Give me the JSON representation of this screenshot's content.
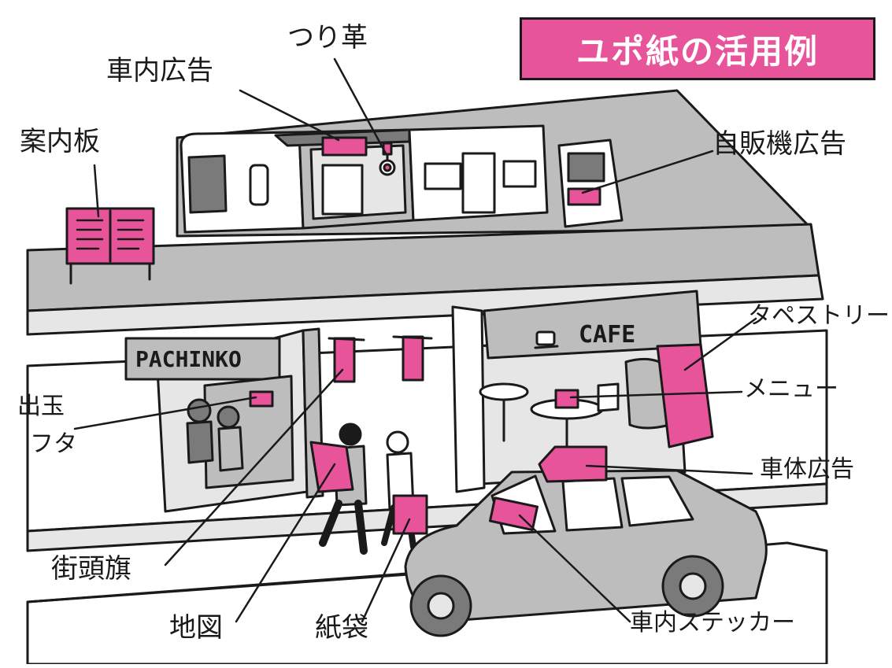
{
  "colors": {
    "accent": "#e8549a",
    "gray": "#bdbdbd",
    "dark_gray": "#7a7a7a",
    "light_gray": "#e6e6e6",
    "ink": "#1a1a1a"
  },
  "title": "ユポ紙の活用例",
  "labels": {
    "shanai_koukoku": "車内広告",
    "tsurikawa": "つり革",
    "annaiban": "案内板",
    "jihanki_koukoku": "自販機広告",
    "tapestry": "タペストリー",
    "menu": "メニュー",
    "dedama_futa_line1": "出玉",
    "dedama_futa_line2": "フタ",
    "shatai_koukoku": "車体広告",
    "gaitou_hata": "街頭旗",
    "chizu": "地図",
    "kamibukuro": "紙袋",
    "shanai_sticker": "車内ステッカー"
  },
  "signs": {
    "pachinko": "PACHINKO",
    "cafe": "CAFE"
  },
  "icons": [
    "cup-icon"
  ]
}
